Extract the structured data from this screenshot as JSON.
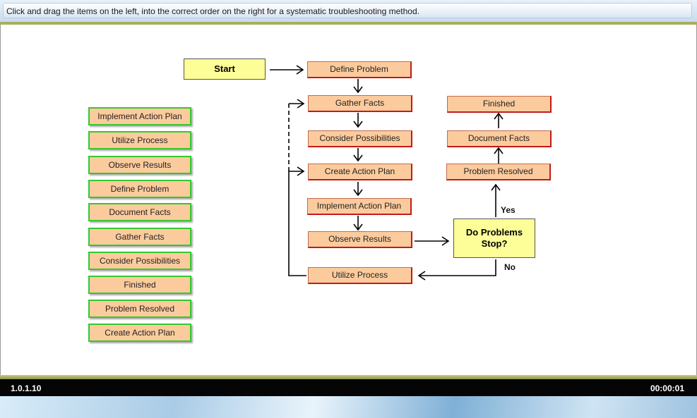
{
  "instruction": "Click and drag the items on the left, into the correct order on the right for a systematic troubleshooting method.",
  "source_items": [
    "Implement Action Plan",
    "Utilize Process",
    "Observe Results",
    "Define Problem",
    "Document Facts",
    "Gather Facts",
    "Consider Possibilities",
    "Finished",
    "Problem Resolved",
    "Create Action Plan"
  ],
  "flowchart": {
    "start": "Start",
    "define_problem": "Define Problem",
    "gather_facts": "Gather Facts",
    "consider_possibilities": "Consider Possibilities",
    "create_action_plan": "Create Action Plan",
    "implement_action_plan": "Implement Action Plan",
    "observe_results": "Observe Results",
    "utilize_process": "Utilize Process",
    "decision": "Do Problems Stop?",
    "yes_label": "Yes",
    "no_label": "No",
    "problem_resolved": "Problem Resolved",
    "document_facts": "Document Facts",
    "finished": "Finished"
  },
  "status": {
    "version": "1.0.1.10",
    "timer": "00:00:01"
  }
}
